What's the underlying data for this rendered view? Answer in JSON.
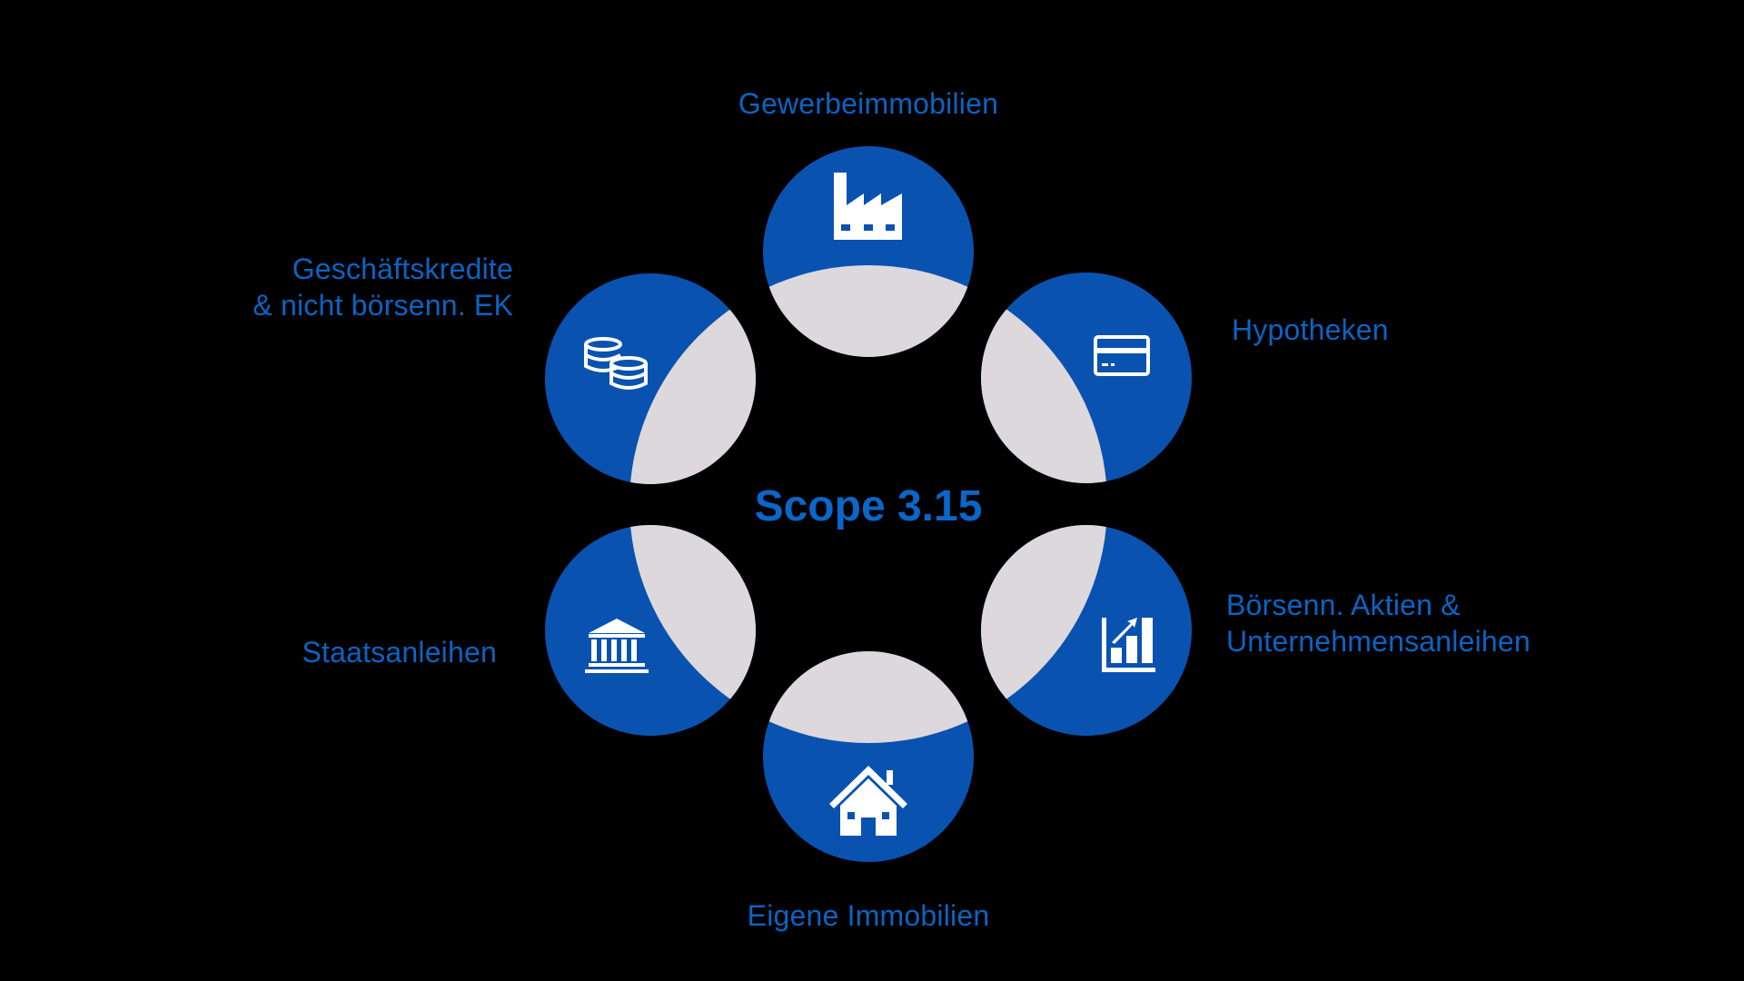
{
  "center": {
    "title": "Scope 3.15"
  },
  "colors": {
    "background": "#000000",
    "segment_blue": "#0a52b0",
    "segment_gray": "#ddd8dc",
    "text_blue": "#0a64c4"
  },
  "segments": [
    {
      "id": "top",
      "label_lines": [
        "Gewerbeimmobilien"
      ],
      "icon": "factory-icon"
    },
    {
      "id": "upper-right",
      "label_lines": [
        "Hypotheken"
      ],
      "icon": "credit-card-icon"
    },
    {
      "id": "lower-right",
      "label_lines": [
        "Börsenn. Aktien &",
        "Unternehmensanleihen"
      ],
      "icon": "bar-chart-growth-icon"
    },
    {
      "id": "bottom",
      "label_lines": [
        "Eigene Immobilien"
      ],
      "icon": "house-icon"
    },
    {
      "id": "lower-left",
      "label_lines": [
        "Staatsanleihen"
      ],
      "icon": "bank-building-icon"
    },
    {
      "id": "upper-left",
      "label_lines": [
        "Geschäftskredite",
        "& nicht börsenn. EK"
      ],
      "icon": "coins-stack-icon"
    }
  ]
}
